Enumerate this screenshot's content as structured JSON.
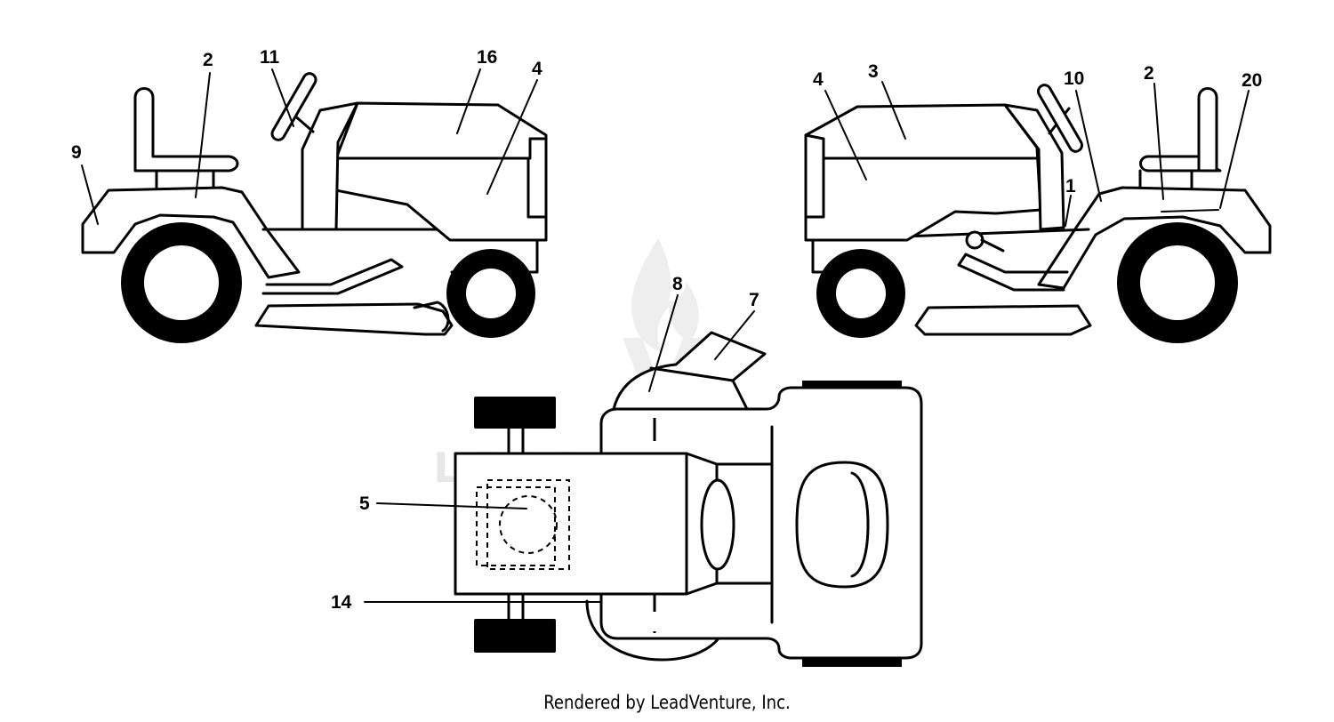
{
  "watermark": {
    "text": "LEADVENTURE"
  },
  "footer": {
    "text": "Rendered by LeadVenture, Inc."
  },
  "callouts": {
    "left_view": {
      "c9": "9",
      "c2": "2",
      "c11": "11",
      "c16": "16",
      "c4": "4"
    },
    "right_view": {
      "c4": "4",
      "c3": "3",
      "c10": "10",
      "c2": "2",
      "c20": "20",
      "c1": "1"
    },
    "top_view": {
      "c8": "8",
      "c7": "7",
      "c5": "5",
      "c14": "14"
    }
  },
  "colors": {
    "line": "#000000",
    "watermark": "#e7e7e7",
    "background": "#ffffff"
  }
}
